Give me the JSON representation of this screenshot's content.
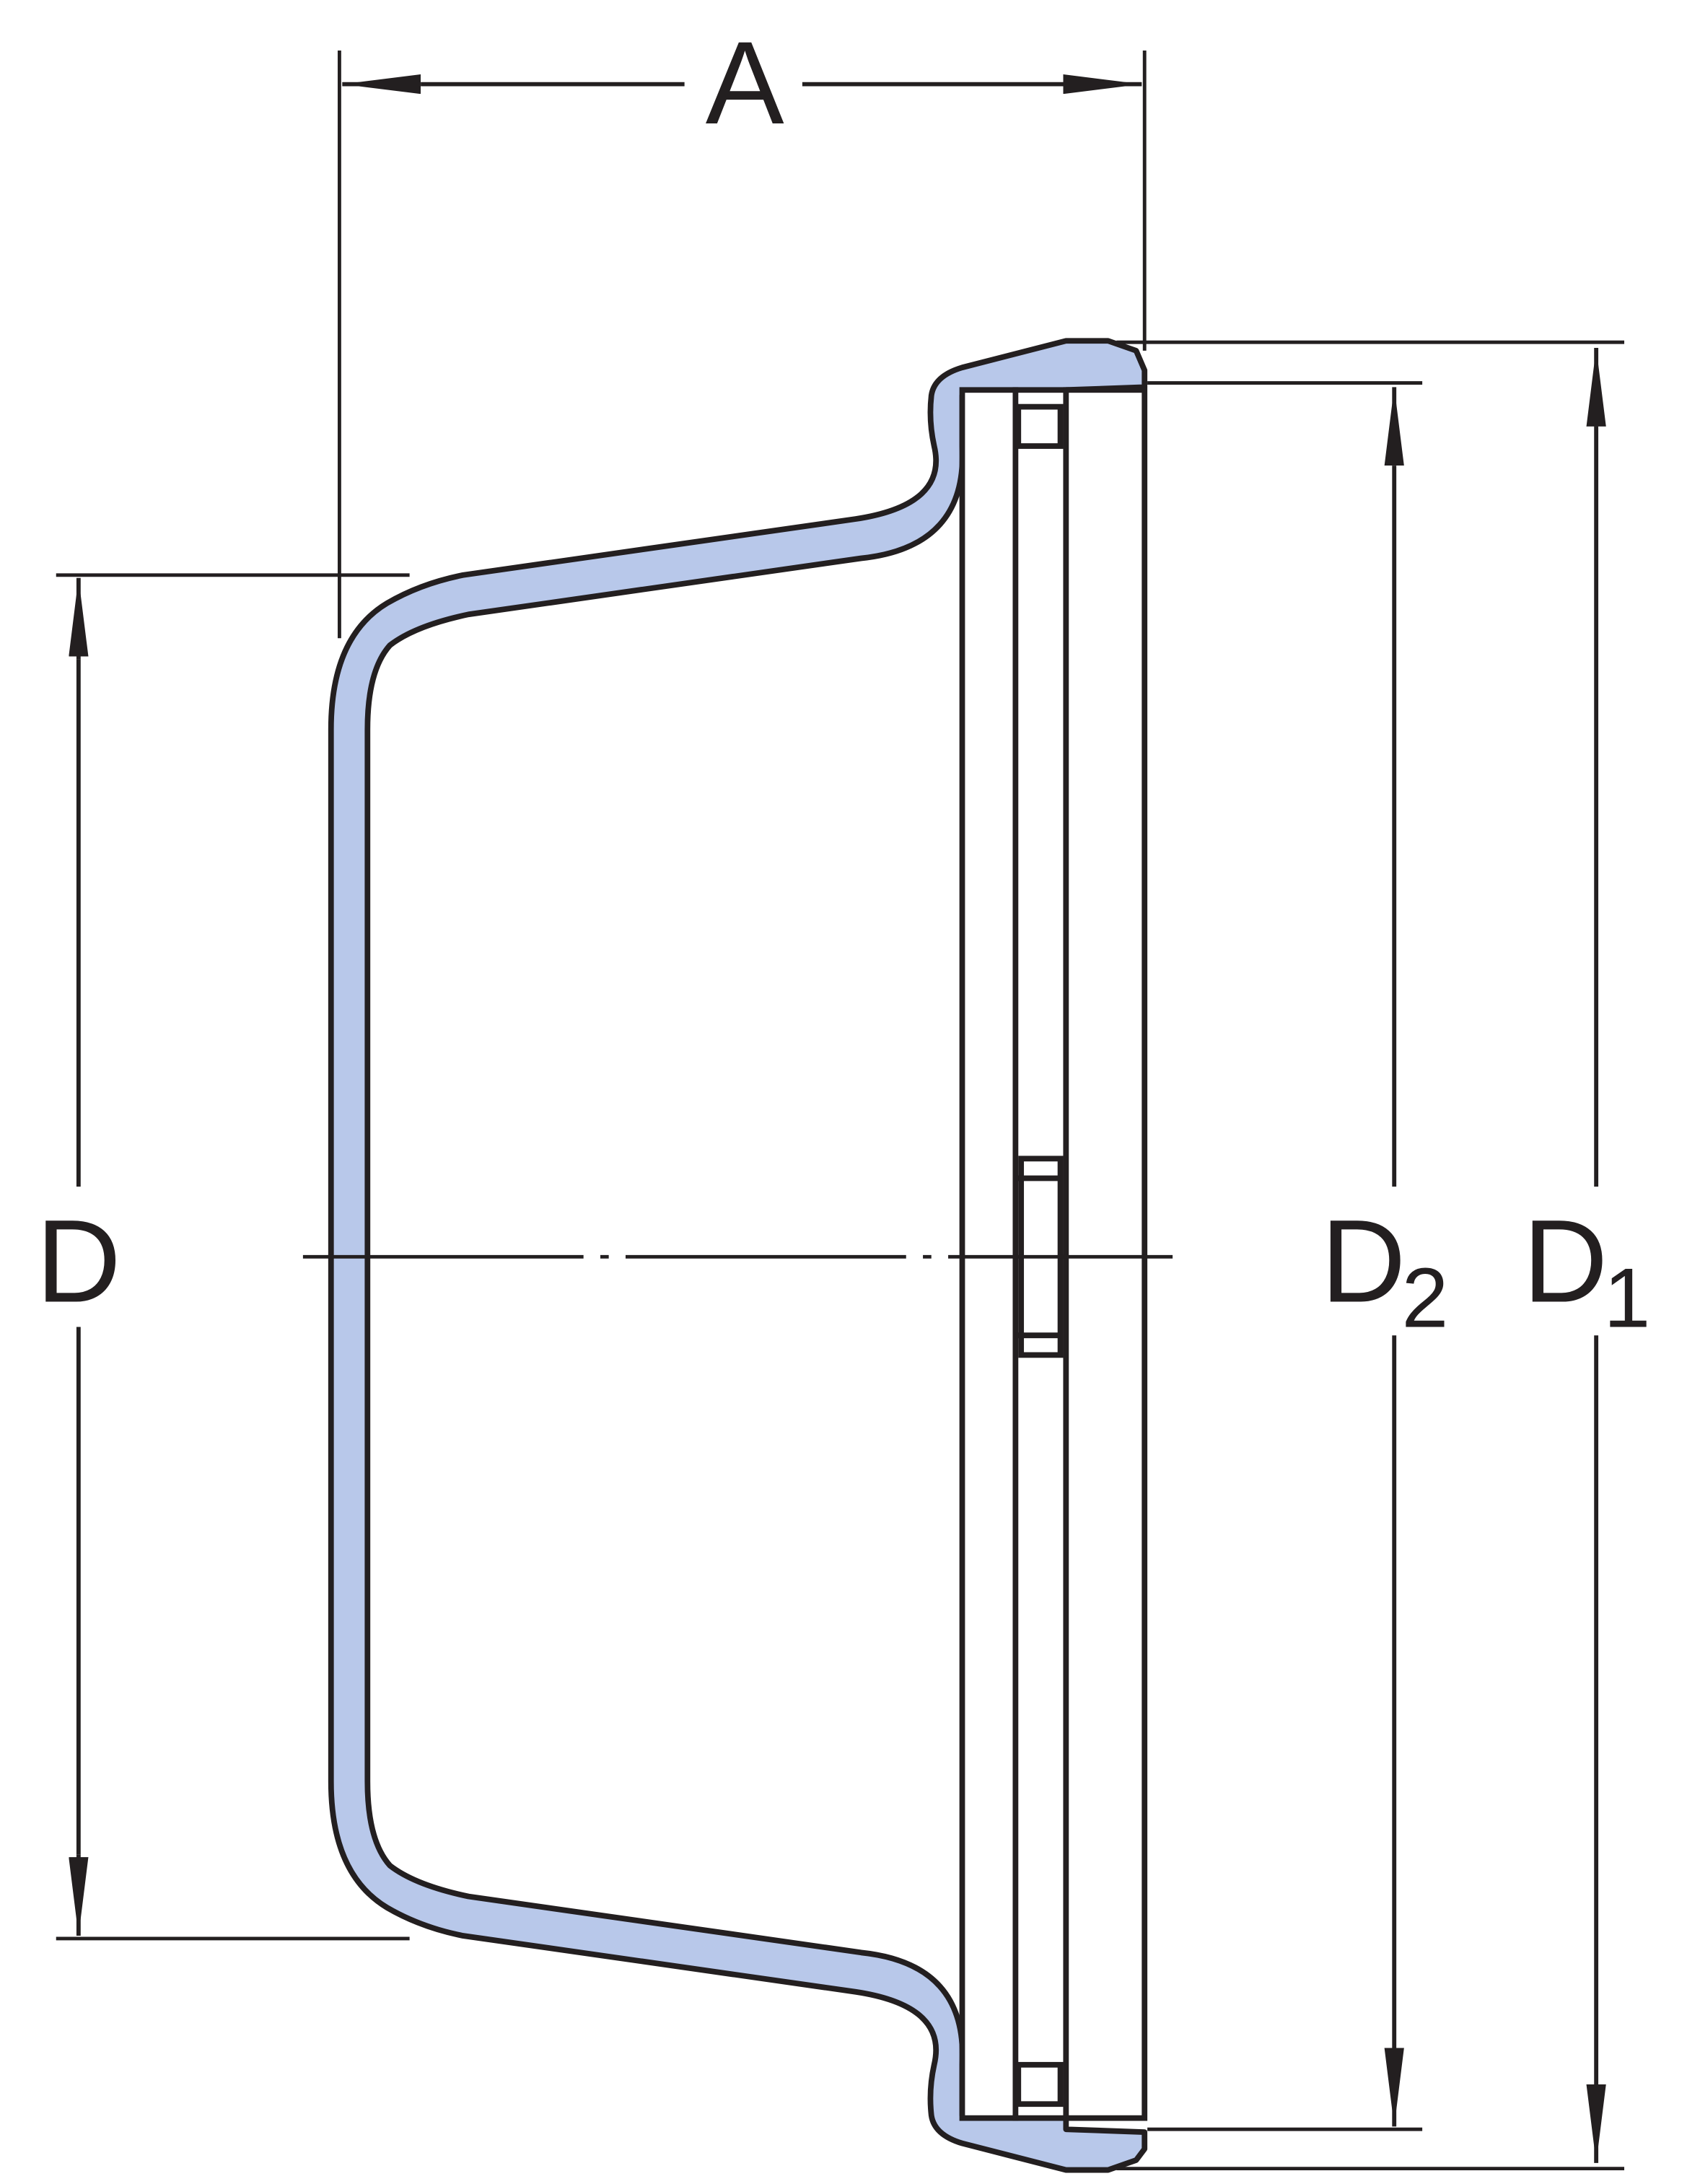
{
  "labels": {
    "width_dim": "A",
    "outer_diameter": "D",
    "bore_diameter": {
      "main": "D",
      "sub": "2"
    },
    "flange_diameter": {
      "main": "D",
      "sub": "1"
    }
  },
  "colors": {
    "section_fill": "#b8c8ea",
    "line": "#231f20",
    "background": "#ffffff"
  }
}
